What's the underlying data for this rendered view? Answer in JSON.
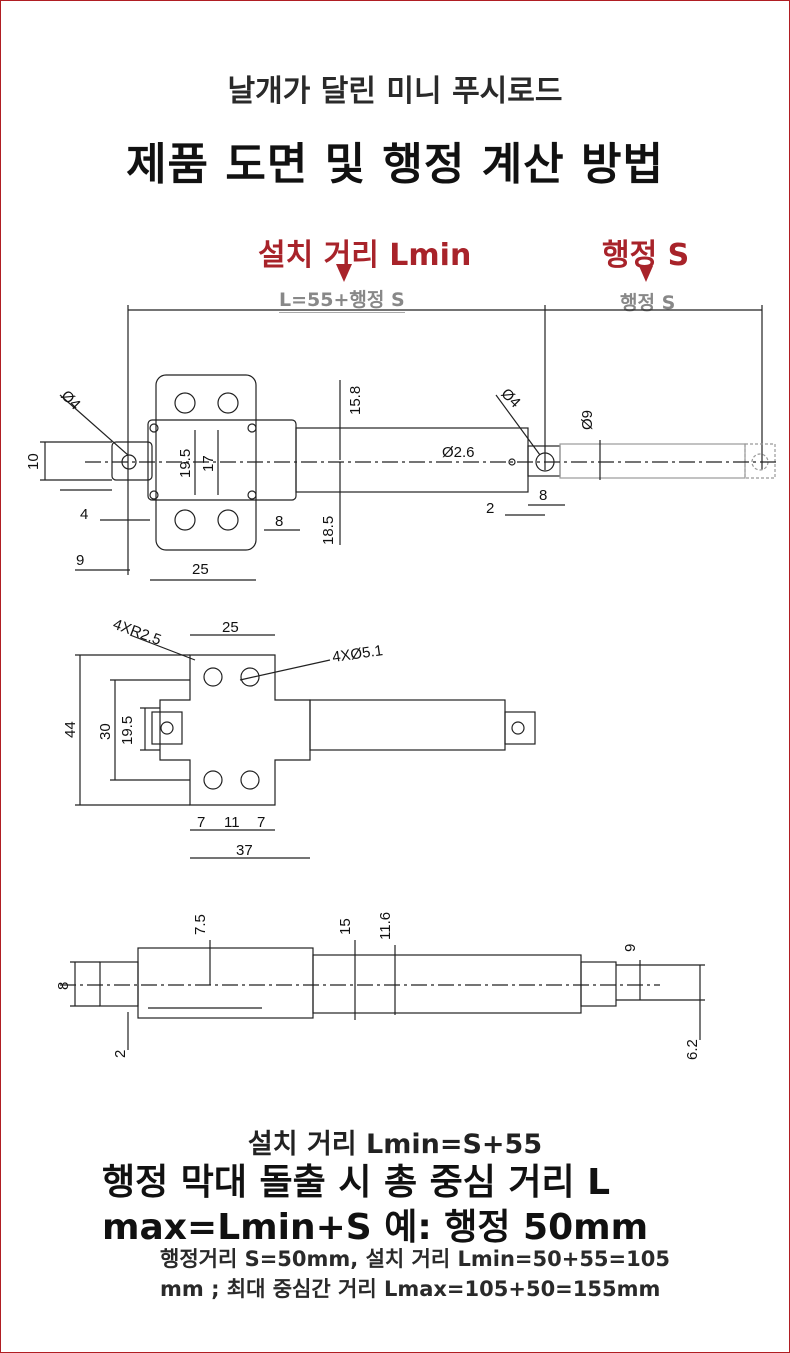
{
  "header": {
    "subtitle": "날개가 달린 미니 푸시로드",
    "title": "제품 도면 및 행정 계산 방법"
  },
  "top_drawing": {
    "install_label": "설치 거리 Lmin",
    "install_formula": "L=55+행정 S",
    "stroke_label": "행정 S",
    "stroke_sub": "행정 S",
    "dims": {
      "d1": "Ø4",
      "d2": "Ø4",
      "d3": "15.8",
      "d4": "Ø9",
      "d5": "10",
      "d6": "19.5",
      "d7": "17",
      "d8": "Ø2.6",
      "d9": "4",
      "d10": "8",
      "d11": "18.5",
      "d12": "2",
      "d13": "8",
      "d14": "9",
      "d15": "25"
    }
  },
  "middle_drawing": {
    "dims": {
      "d1": "4XR2.5",
      "d2": "25",
      "d3": "4XØ5.1",
      "d4": "44",
      "d5": "30",
      "d6": "19.5",
      "d7": "7",
      "d8": "11",
      "d9": "7",
      "d10": "37"
    }
  },
  "bottom_drawing": {
    "dims": {
      "d1": "7.5",
      "d2": "15",
      "d3": "11.6",
      "d4": "9",
      "d5": "8",
      "d6": "2",
      "d7": "6.2"
    }
  },
  "footer": {
    "line1": "설치 거리 Lmin=S+55",
    "line2a": "행정 막대 돌출 시 총 중심 거리 L",
    "line2b": "max=Lmin+S 예: 행정 50mm",
    "line3a": "행정거리 S=50mm, 설치 거리 Lmin=50+55=105",
    "line3b": "mm ;  최대 중심간 거리 Lmax=105+50=155mm"
  }
}
